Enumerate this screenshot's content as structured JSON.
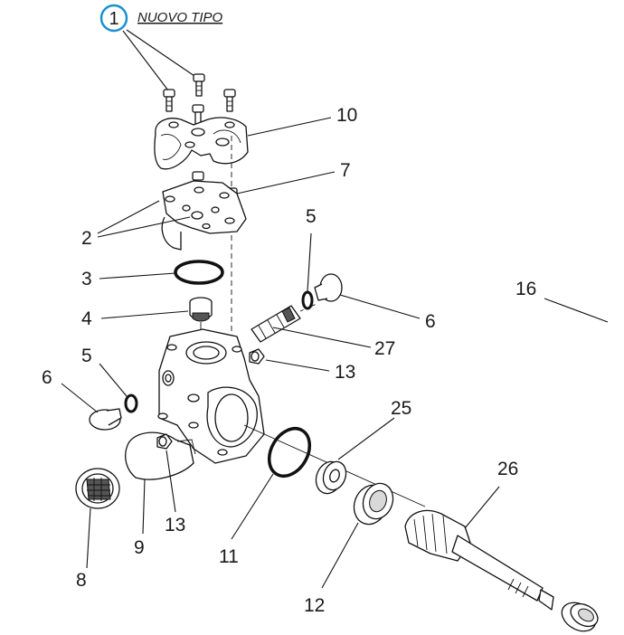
{
  "title": "NUOVO TIPO",
  "callouts": {
    "c1": "1",
    "c2": "2",
    "c3": "3",
    "c4": "4",
    "c5a": "5",
    "c5b": "5",
    "c6a": "6",
    "c6b": "6",
    "c7": "7",
    "c8": "8",
    "c9": "9",
    "c10": "10",
    "c11": "11",
    "c12": "12",
    "c13a": "13",
    "c13b": "13",
    "c16": "16",
    "c25": "25",
    "c26": "26",
    "c27": "27"
  },
  "colors": {
    "highlight": "#1a90d0",
    "line": "#111111"
  }
}
